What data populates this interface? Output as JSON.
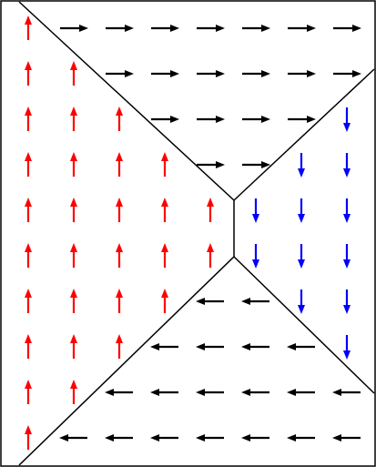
{
  "diagram": {
    "colors": {
      "up": "#ff0000",
      "down": "#0000ff",
      "horizontal": "#000000",
      "line": "#000000",
      "background": "#ffffff"
    },
    "grid": {
      "columns": 8,
      "rows": 10
    },
    "regions": [
      {
        "name": "left",
        "direction": "up",
        "color_key": "up",
        "cells": [
          [
            0,
            0
          ],
          [
            0,
            1
          ],
          [
            1,
            1
          ],
          [
            0,
            2
          ],
          [
            1,
            2
          ],
          [
            2,
            2
          ],
          [
            0,
            3
          ],
          [
            1,
            3
          ],
          [
            2,
            3
          ],
          [
            3,
            3
          ],
          [
            0,
            4
          ],
          [
            1,
            4
          ],
          [
            2,
            4
          ],
          [
            3,
            4
          ],
          [
            4,
            4
          ],
          [
            0,
            5
          ],
          [
            1,
            5
          ],
          [
            2,
            5
          ],
          [
            3,
            5
          ],
          [
            4,
            5
          ],
          [
            0,
            6
          ],
          [
            1,
            6
          ],
          [
            2,
            6
          ],
          [
            3,
            6
          ],
          [
            0,
            7
          ],
          [
            1,
            7
          ],
          [
            2,
            7
          ],
          [
            0,
            8
          ],
          [
            1,
            8
          ],
          [
            0,
            9
          ]
        ]
      },
      {
        "name": "top",
        "direction": "right",
        "color_key": "horizontal",
        "cells": [
          [
            1,
            0
          ],
          [
            2,
            0
          ],
          [
            3,
            0
          ],
          [
            4,
            0
          ],
          [
            5,
            0
          ],
          [
            6,
            0
          ],
          [
            7,
            0
          ],
          [
            2,
            1
          ],
          [
            3,
            1
          ],
          [
            4,
            1
          ],
          [
            5,
            1
          ],
          [
            6,
            1
          ],
          [
            7,
            1
          ],
          [
            3,
            2
          ],
          [
            4,
            2
          ],
          [
            5,
            2
          ],
          [
            6,
            2
          ],
          [
            4,
            3
          ],
          [
            5,
            3
          ]
        ]
      },
      {
        "name": "right",
        "direction": "down",
        "color_key": "down",
        "cells": [
          [
            7,
            2
          ],
          [
            6,
            3
          ],
          [
            7,
            3
          ],
          [
            5,
            4
          ],
          [
            6,
            4
          ],
          [
            7,
            4
          ],
          [
            5,
            5
          ],
          [
            6,
            5
          ],
          [
            7,
            5
          ],
          [
            6,
            6
          ],
          [
            7,
            6
          ],
          [
            7,
            7
          ]
        ]
      },
      {
        "name": "bottom",
        "direction": "left",
        "color_key": "horizontal",
        "cells": [
          [
            4,
            6
          ],
          [
            5,
            6
          ],
          [
            3,
            7
          ],
          [
            4,
            7
          ],
          [
            5,
            7
          ],
          [
            6,
            7
          ],
          [
            2,
            8
          ],
          [
            3,
            8
          ],
          [
            4,
            8
          ],
          [
            5,
            8
          ],
          [
            6,
            8
          ],
          [
            7,
            8
          ],
          [
            1,
            9
          ],
          [
            2,
            9
          ],
          [
            3,
            9
          ],
          [
            4,
            9
          ],
          [
            5,
            9
          ],
          [
            6,
            9
          ],
          [
            7,
            9
          ]
        ]
      }
    ]
  }
}
